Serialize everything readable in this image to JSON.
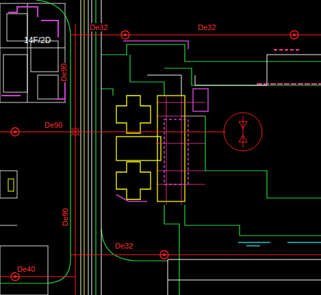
{
  "diagram": {
    "labels": [
      "De32",
      "De32",
      "14F/2D",
      "De90",
      "De90",
      "De90",
      "De32",
      "De40"
    ]
  }
}
